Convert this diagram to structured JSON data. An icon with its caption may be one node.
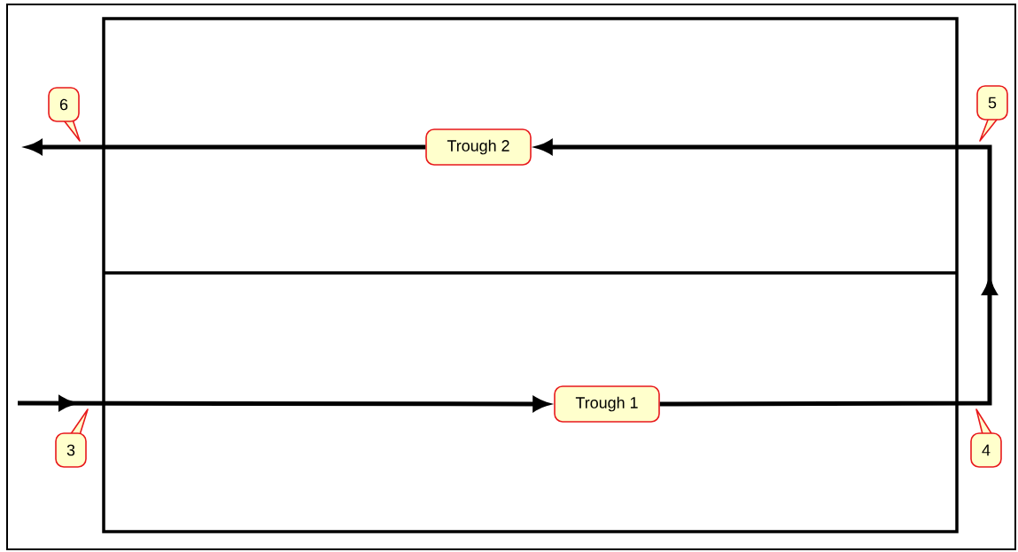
{
  "diagram": {
    "nodes": [
      {
        "text": [
          "Trough 1"
        ]
      },
      {
        "text": [
          "Trough 2"
        ]
      },
      {
        "text": [
          "3"
        ]
      },
      {
        "text": [
          "4"
        ]
      },
      {
        "text": [
          "5"
        ]
      },
      {
        "text": [
          "6"
        ]
      }
    ],
    "edges": [
      {
        "from": null,
        "to": 0,
        "arrow": "to"
      },
      {
        "from": 0,
        "to": 1,
        "arrow": "to"
      },
      {
        "from": 1,
        "to": null,
        "arrow": "to"
      }
    ]
  }
}
